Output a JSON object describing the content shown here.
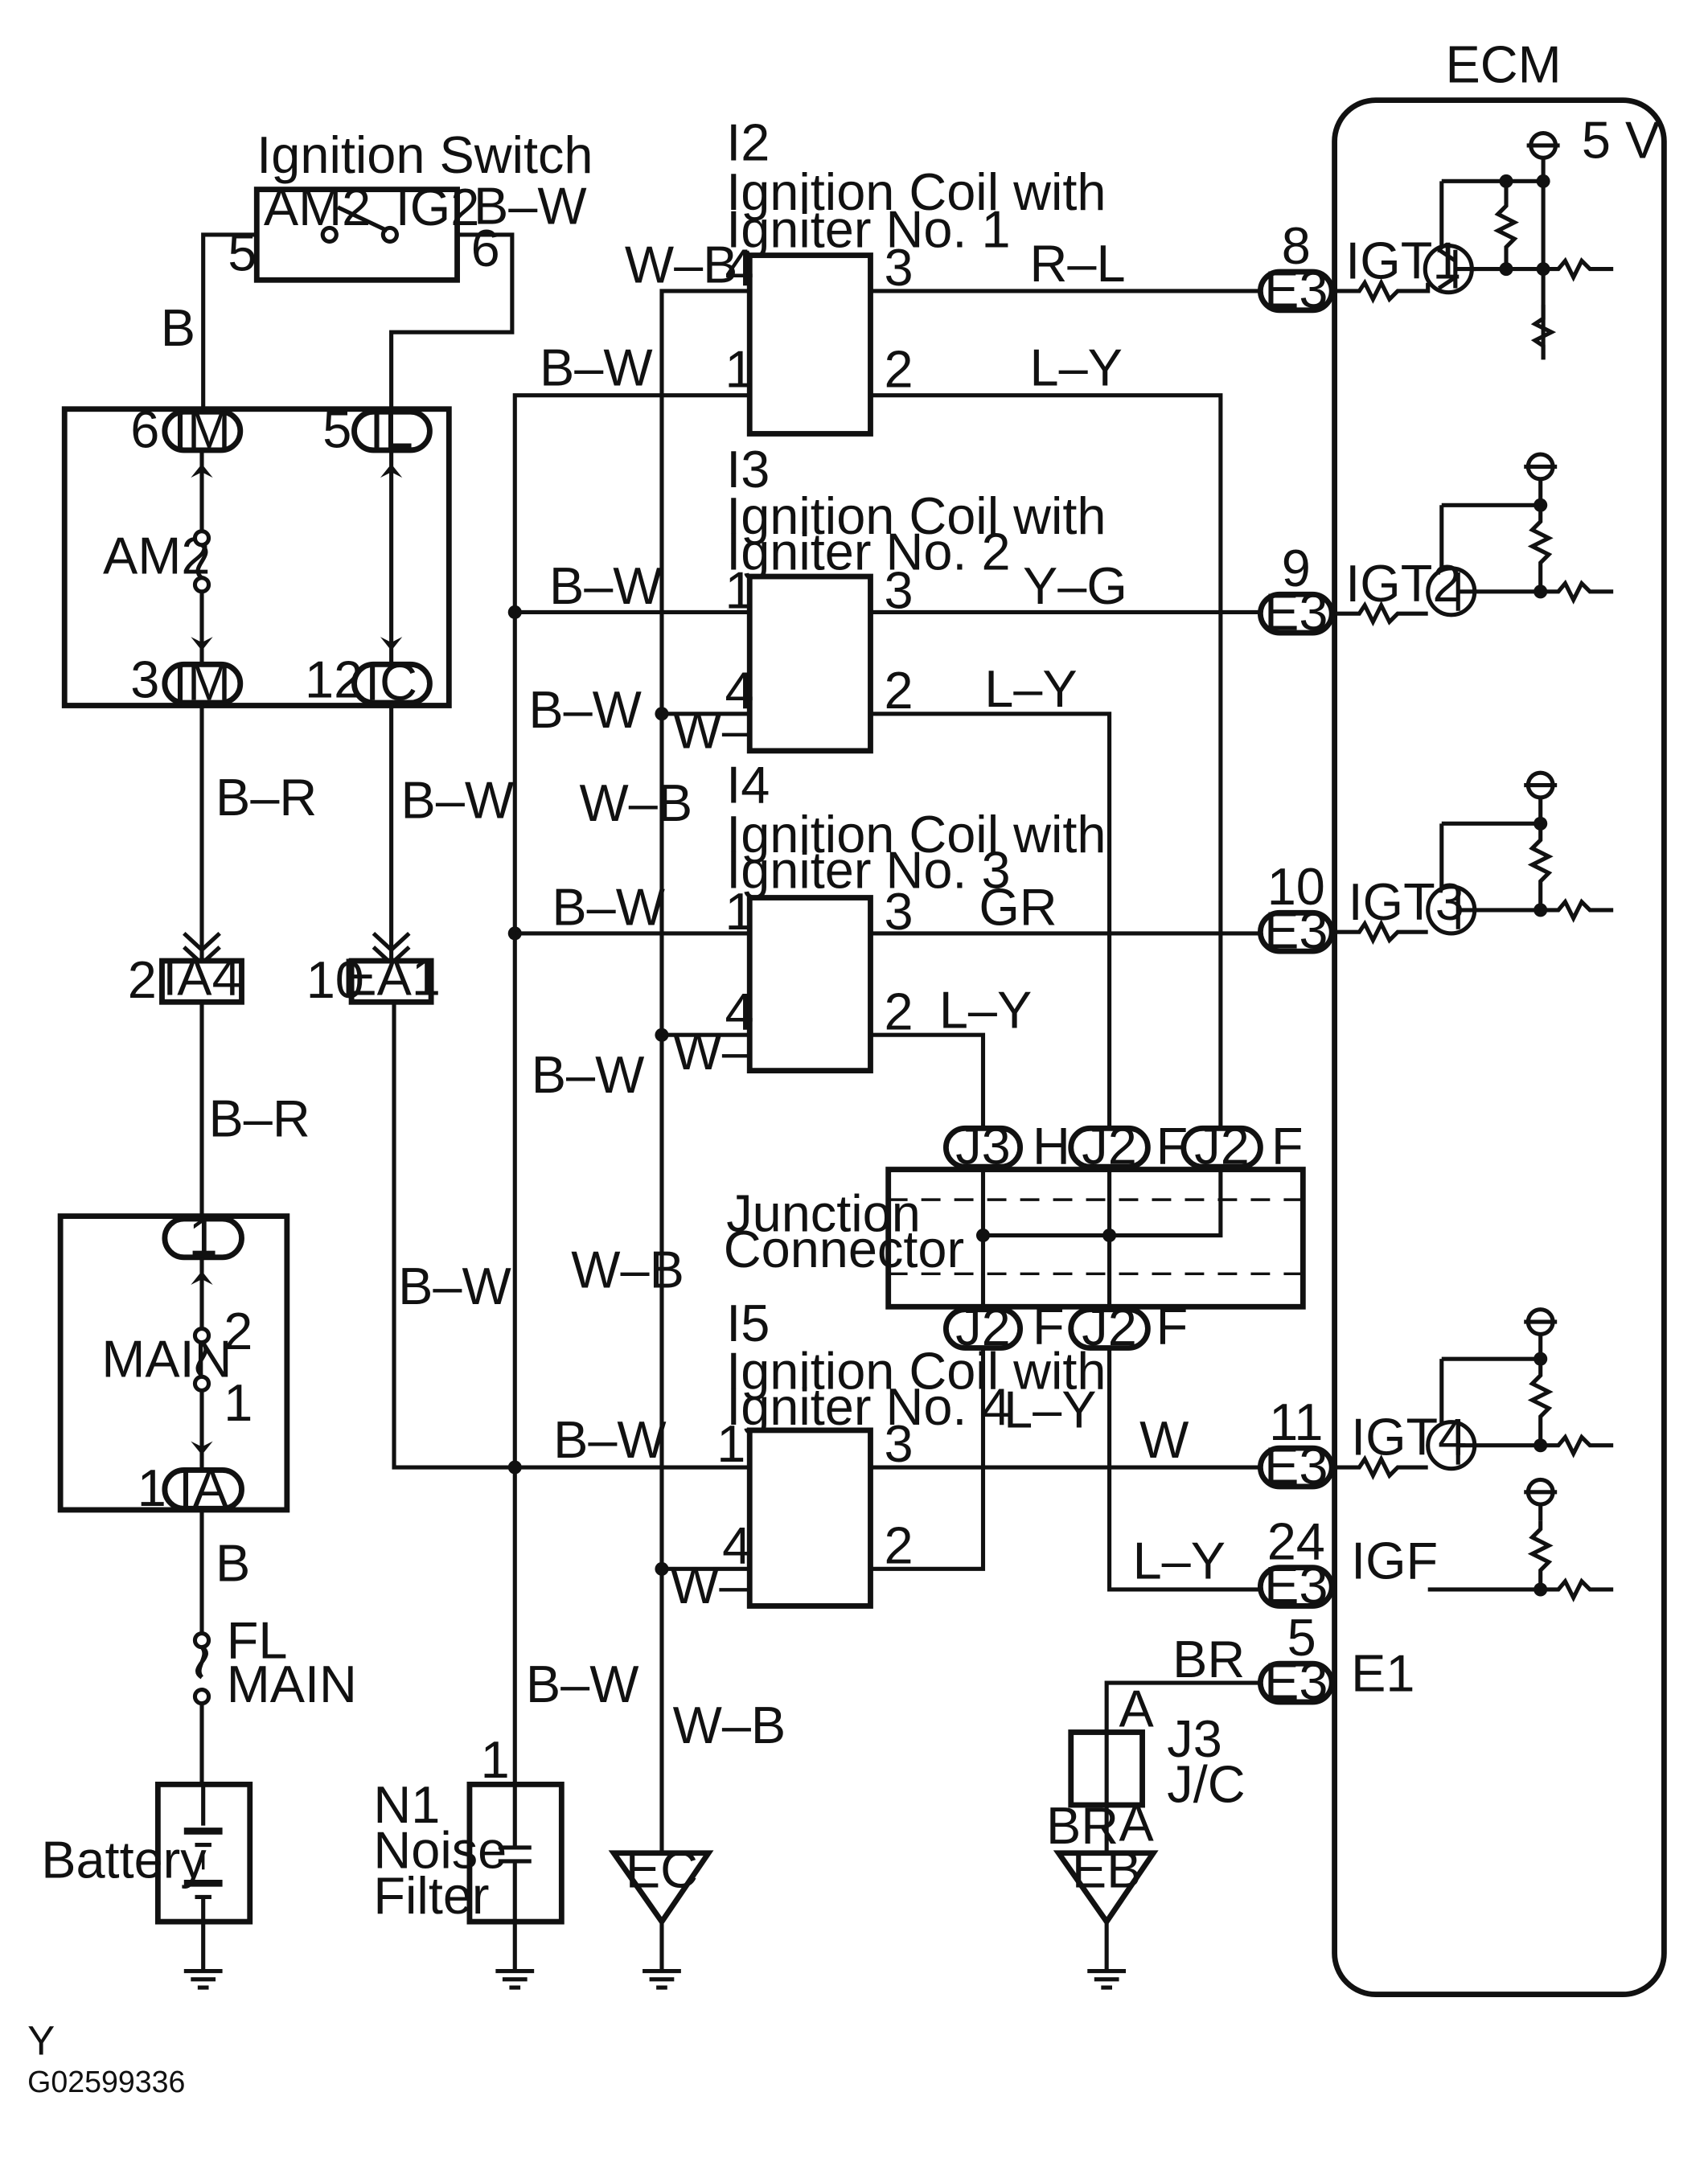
{
  "ecm": {
    "title": "ECM",
    "supply": "5 V"
  },
  "ignition_switch": {
    "title": "Ignition Switch",
    "am2": "AM2",
    "ig2": "IG2",
    "pin_in": "5",
    "pin_out": "6"
  },
  "relay_box": {
    "fuse": "AM2",
    "im_top": {
      "pin": "6",
      "label": "IM"
    },
    "il_top": {
      "pin": "5",
      "label": "IL"
    },
    "im_bot": {
      "pin": "3",
      "label": "IM"
    },
    "ic_bot": {
      "pin": "12",
      "label": "IC"
    }
  },
  "connectors": {
    "ia4": {
      "pin": "2",
      "label": "IA4"
    },
    "ea1": {
      "pin": "10",
      "label": "EA1"
    }
  },
  "main_box": {
    "fuse": "MAIN",
    "top_pin": "1",
    "bot_pin": "1",
    "bot_label": "IA",
    "fuse_pin2": "2",
    "fuse_pin1": "1"
  },
  "fusible_link": {
    "line1": "FL",
    "line2": "MAIN"
  },
  "battery": {
    "label": "Battery"
  },
  "noise_filter": {
    "id": "N1",
    "line1": "Noise",
    "line2": "Filter",
    "pin": "1"
  },
  "grounds": {
    "ec": "EC",
    "eb": "EB"
  },
  "jc": {
    "id": "J3",
    "name": "J/C",
    "pin_a_top": "A",
    "pin_a_bot": "A"
  },
  "junction": {
    "line1": "Junction",
    "line2": "Connector",
    "top": [
      {
        "label": "J3",
        "pin": "H"
      },
      {
        "label": "J2",
        "pin": "F"
      },
      {
        "label": "J2",
        "pin": "F"
      }
    ],
    "bottom": [
      {
        "label": "J2",
        "pin": "F"
      },
      {
        "label": "J2",
        "pin": "F"
      }
    ]
  },
  "coils": [
    {
      "id": "I2",
      "line1": "Ignition Coil with",
      "line2": "Igniter No. 1",
      "p_in": "1",
      "p_gnd": "4",
      "p_out": "3",
      "p_f": "2"
    },
    {
      "id": "I3",
      "line1": "Ignition Coil with",
      "line2": "Igniter No. 2",
      "p_in": "1",
      "p_gnd": "4",
      "p_out": "3",
      "p_f": "2"
    },
    {
      "id": "I4",
      "line1": "Ignition Coil with",
      "line2": "Igniter No. 3",
      "p_in": "1",
      "p_gnd": "4",
      "p_out": "3",
      "p_f": "2"
    },
    {
      "id": "I5",
      "line1": "Ignition Coil with",
      "line2": "Igniter No. 4",
      "p_in": "1",
      "p_gnd": "4",
      "p_out": "3",
      "p_f": "2"
    }
  ],
  "ecm_pins": [
    {
      "num": "8",
      "conn": "E3",
      "signal": "IGT1"
    },
    {
      "num": "9",
      "conn": "E3",
      "signal": "IGT2"
    },
    {
      "num": "10",
      "conn": "E3",
      "signal": "IGT3"
    },
    {
      "num": "11",
      "conn": "E3",
      "signal": "IGT4"
    },
    {
      "num": "24",
      "conn": "E3",
      "signal": "IGF"
    },
    {
      "num": "5",
      "conn": "E3",
      "signal": "E1"
    }
  ],
  "wires": {
    "b": "B",
    "bw": "B–W",
    "br": "B–R",
    "wb": "W–B",
    "rl": "R–L",
    "ly": "L–Y",
    "yg": "Y–G",
    "gr": "GR",
    "w": "W",
    "brn": "BR"
  },
  "footer": {
    "code": "Y",
    "ref": "G02599336"
  }
}
